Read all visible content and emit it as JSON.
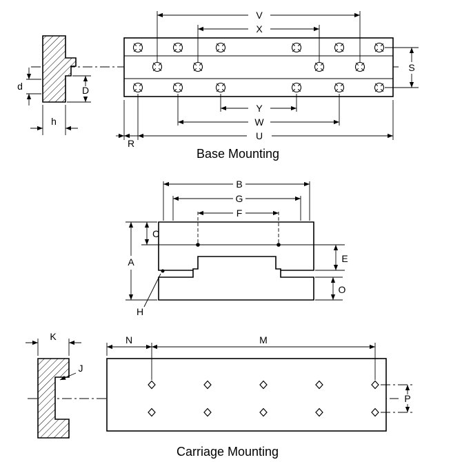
{
  "drawing": {
    "base": {
      "caption": "Base Mounting",
      "labels": {
        "V": "V",
        "X": "X",
        "S": "S",
        "Y": "Y",
        "W": "W",
        "U": "U",
        "R": "R",
        "d": "d",
        "D": "D",
        "h": "h"
      }
    },
    "carriage_section": {
      "labels": {
        "A": "A",
        "B": "B",
        "C": "C",
        "E": "E",
        "F": "F",
        "G": "G",
        "H": "H",
        "O": "O"
      }
    },
    "carriage": {
      "caption": "Carriage Mounting",
      "labels": {
        "K": "K",
        "J": "J",
        "N": "N",
        "M": "M",
        "P": "P"
      }
    }
  },
  "colors": {
    "caption": "#2233cc",
    "line": "#000000"
  }
}
